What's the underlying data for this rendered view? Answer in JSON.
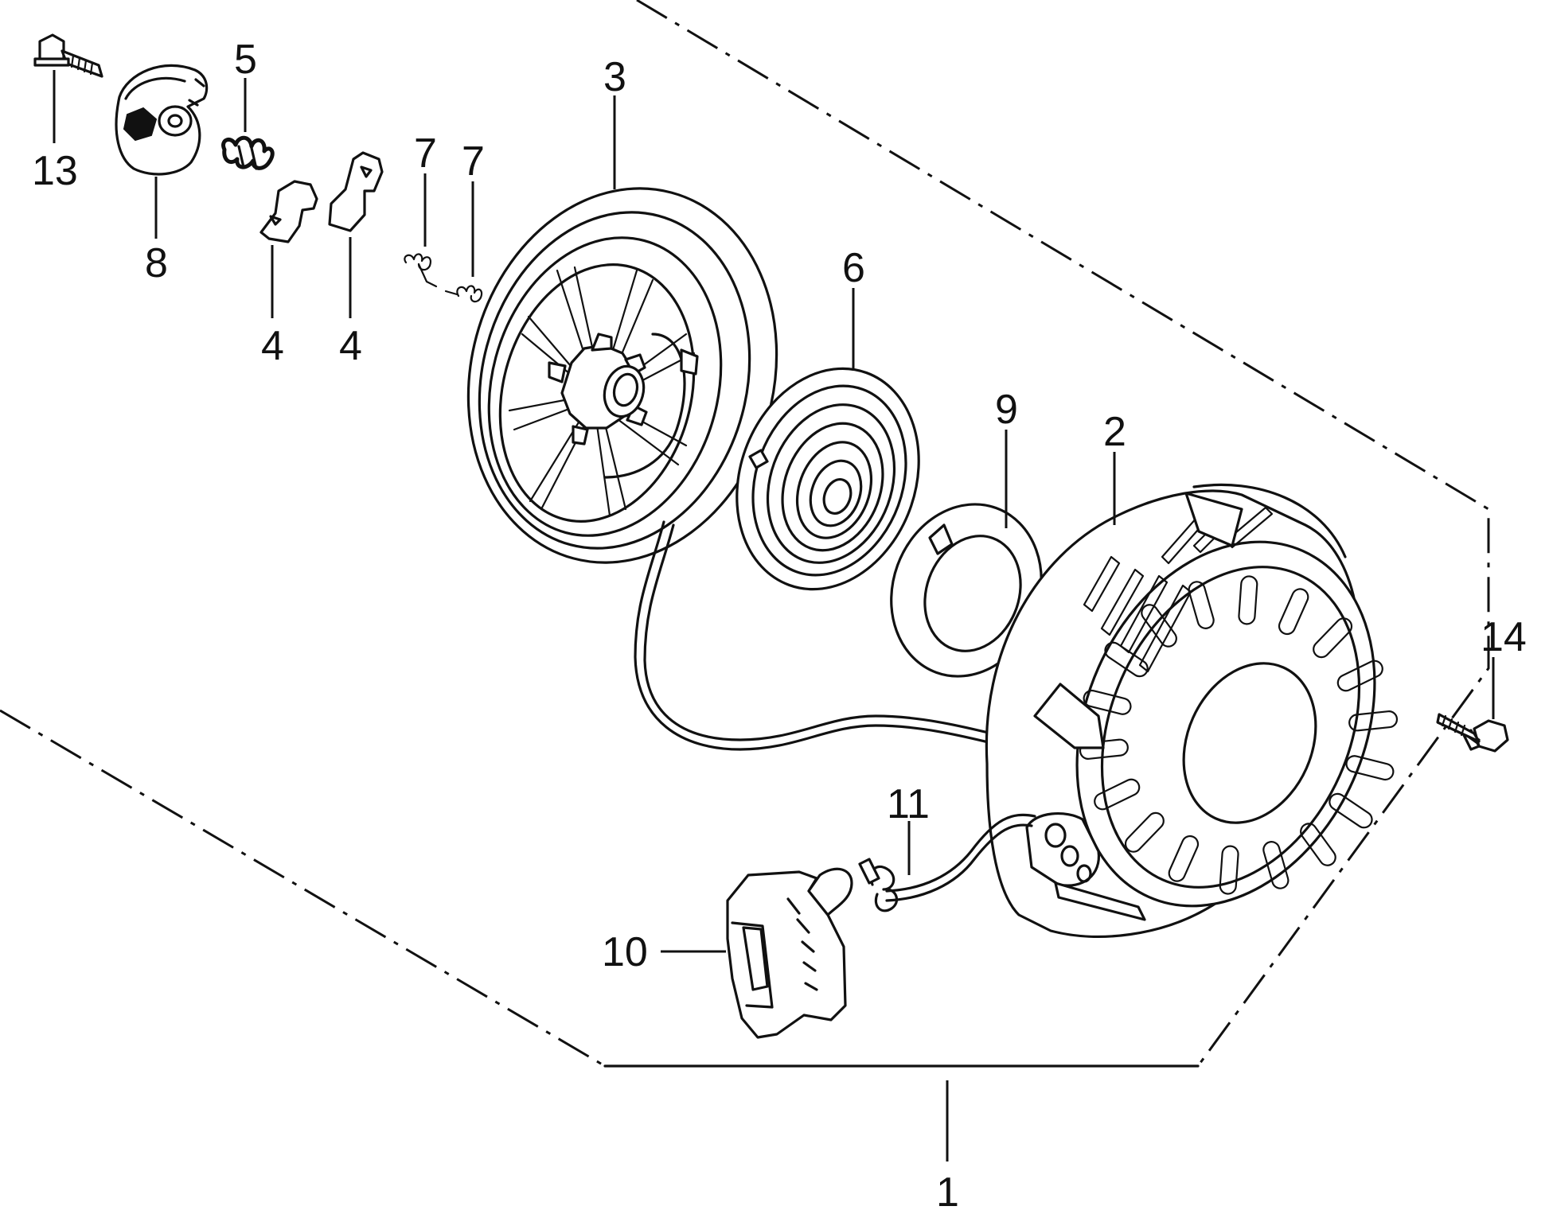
{
  "callouts": {
    "c1": "1",
    "c2": "2",
    "c3": "3",
    "c4a": "4",
    "c4b": "4",
    "c5": "5",
    "c6": "6",
    "c7a": "7",
    "c7b": "7",
    "c8": "8",
    "c9": "9",
    "c10": "10",
    "c11": "11",
    "c13": "13",
    "c14": "14"
  }
}
